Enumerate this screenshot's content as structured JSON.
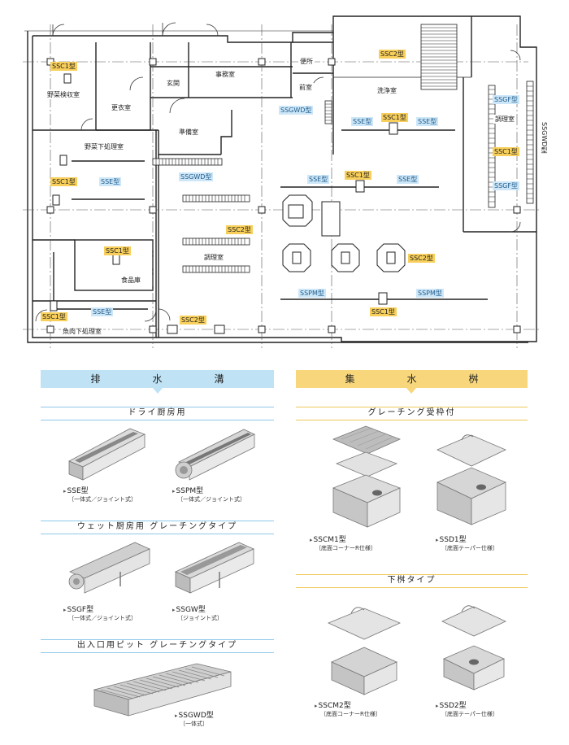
{
  "plan": {
    "rooms": {
      "yasai_kensyu": "野菜検収室",
      "koui": "更衣室",
      "genkan": "玄関",
      "jimu": "事務室",
      "benjo": "便所",
      "zenshitsu": "前室",
      "senjo": "洗浄室",
      "junbi": "準備室",
      "yasai_shori": "野菜下処理室",
      "chori_right": "調理室",
      "shokuhin": "食品庫",
      "chori": "調理室",
      "gyoniku": "魚肉下処理室"
    },
    "tags": {
      "ssc1": "SSC1型",
      "ssc2": "SSC2型",
      "sse": "SSE型",
      "ssgwd": "SSGWD型",
      "ssgf": "SSGF型",
      "sspm": "SSPM型"
    },
    "side_label": "SSGWD型"
  },
  "left_section": {
    "title": "排　水　溝",
    "sub1": "ドライ厨房用",
    "sub2": "ウェット厨房用 グレーチングタイプ",
    "sub3": "出入口用ピット グレーチングタイプ",
    "products": [
      {
        "name": "SSE型",
        "note": "〔一体式／ジョイント式〕"
      },
      {
        "name": "SSPM型",
        "note": "〔一体式／ジョイント式〕"
      },
      {
        "name": "SSGF型",
        "note": "〔一体式／ジョイント式〕"
      },
      {
        "name": "SSGW型",
        "note": "〔ジョイント式〕"
      },
      {
        "name": "SSGWD型",
        "note": "〔一体式〕"
      }
    ]
  },
  "right_section": {
    "title": "集　水　桝",
    "sub1": "グレーチング受枠付",
    "sub2": "下桝タイプ",
    "products": [
      {
        "name": "SSCM1型",
        "note": "〔底面コーナーR仕様〕"
      },
      {
        "name": "SSD1型",
        "note": "〔底面テーパー仕様〕"
      },
      {
        "name": "SSCM2型",
        "note": "〔底面コーナーR仕様〕"
      },
      {
        "name": "SSD2型",
        "note": "〔底面テーパー仕様〕"
      }
    ]
  },
  "colors": {
    "blue_header": "#bfe2f5",
    "yellow_header": "#f7d67c",
    "tag_yellow": "#f8cf5a",
    "tag_blue": "#cde7f8"
  }
}
